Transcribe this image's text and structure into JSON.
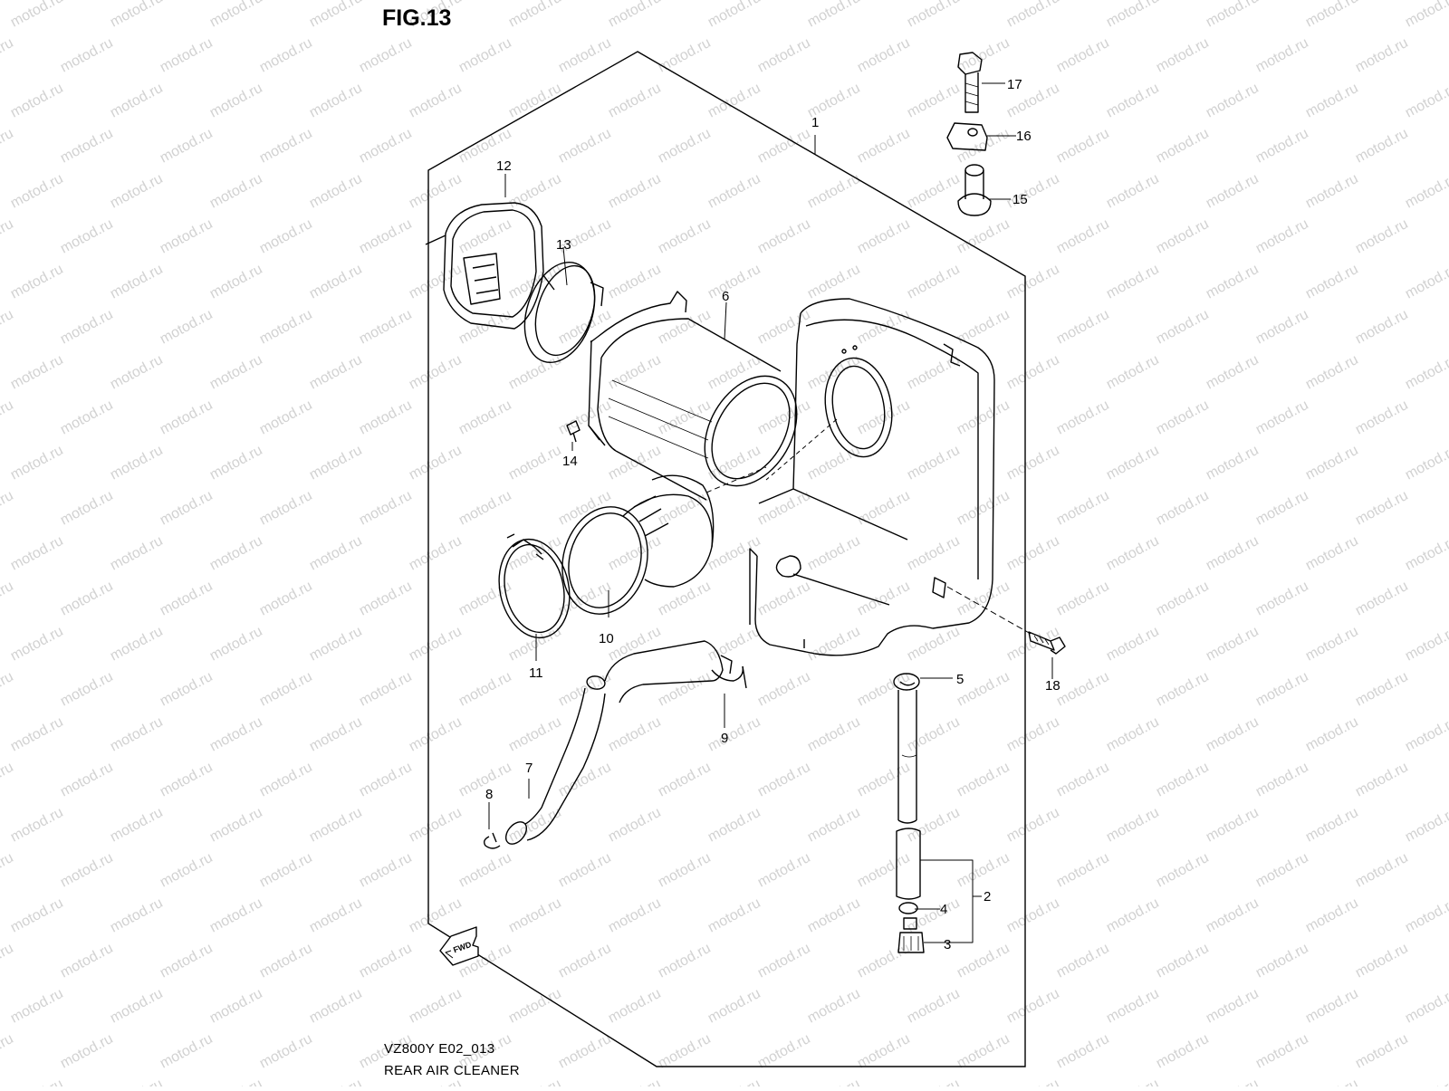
{
  "figure": {
    "title": "FIG.13",
    "model_code": "VZ800Y E02_013",
    "caption": "REAR AIR CLEANER"
  },
  "watermark": {
    "text": "motod.ru",
    "color": "#d2d2d2"
  },
  "callouts": [
    "1",
    "2",
    "3",
    "4",
    "5",
    "6",
    "7",
    "8",
    "9",
    "10",
    "11",
    "12",
    "13",
    "14",
    "15",
    "16",
    "17",
    "18"
  ],
  "direction_badge": {
    "text": "FWD"
  },
  "colors": {
    "line": "#000000",
    "background": "#ffffff"
  }
}
